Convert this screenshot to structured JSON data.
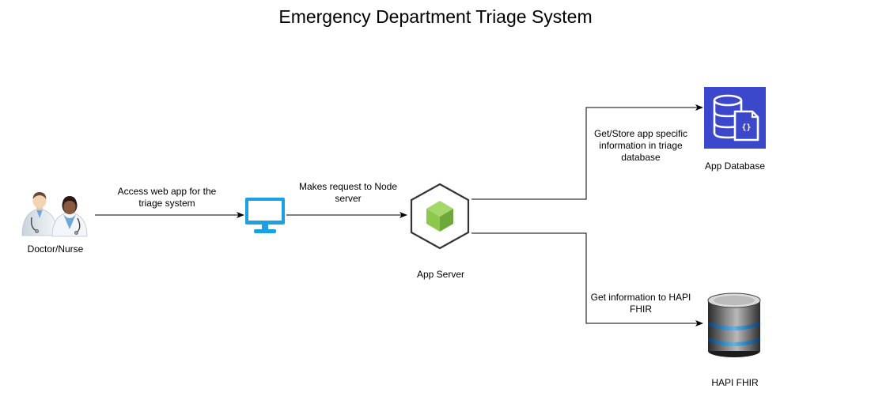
{
  "title": "Emergency Department Triage System",
  "nodes": {
    "users": {
      "label": "Doctor/Nurse",
      "icon": "doctor-nurse-icon"
    },
    "client": {
      "icon": "monitor-icon"
    },
    "server": {
      "label": "App Server",
      "icon": "nodejs-hexagon-icon"
    },
    "app_db": {
      "label": "App Database",
      "icon": "database-icon"
    },
    "hapi": {
      "label": "HAPI FHIR",
      "icon": "database-server-icon"
    }
  },
  "edges": {
    "users_to_client": {
      "line1": "Access web app for the",
      "line2": "triage system"
    },
    "client_to_server": {
      "line1": "Makes request to Node",
      "line2": "server"
    },
    "server_to_db": {
      "line1": "Get/Store app specific",
      "line2": "information in triage",
      "line3": "database"
    },
    "server_to_hapi": {
      "line1": "Get information to HAPI",
      "line2": "FHIR"
    }
  },
  "colors": {
    "monitor": "#1ba1e2",
    "node_green": "#8cc84b",
    "node_outline": "#333333",
    "db_bg": "#3b48cc",
    "edge": "#000000"
  }
}
